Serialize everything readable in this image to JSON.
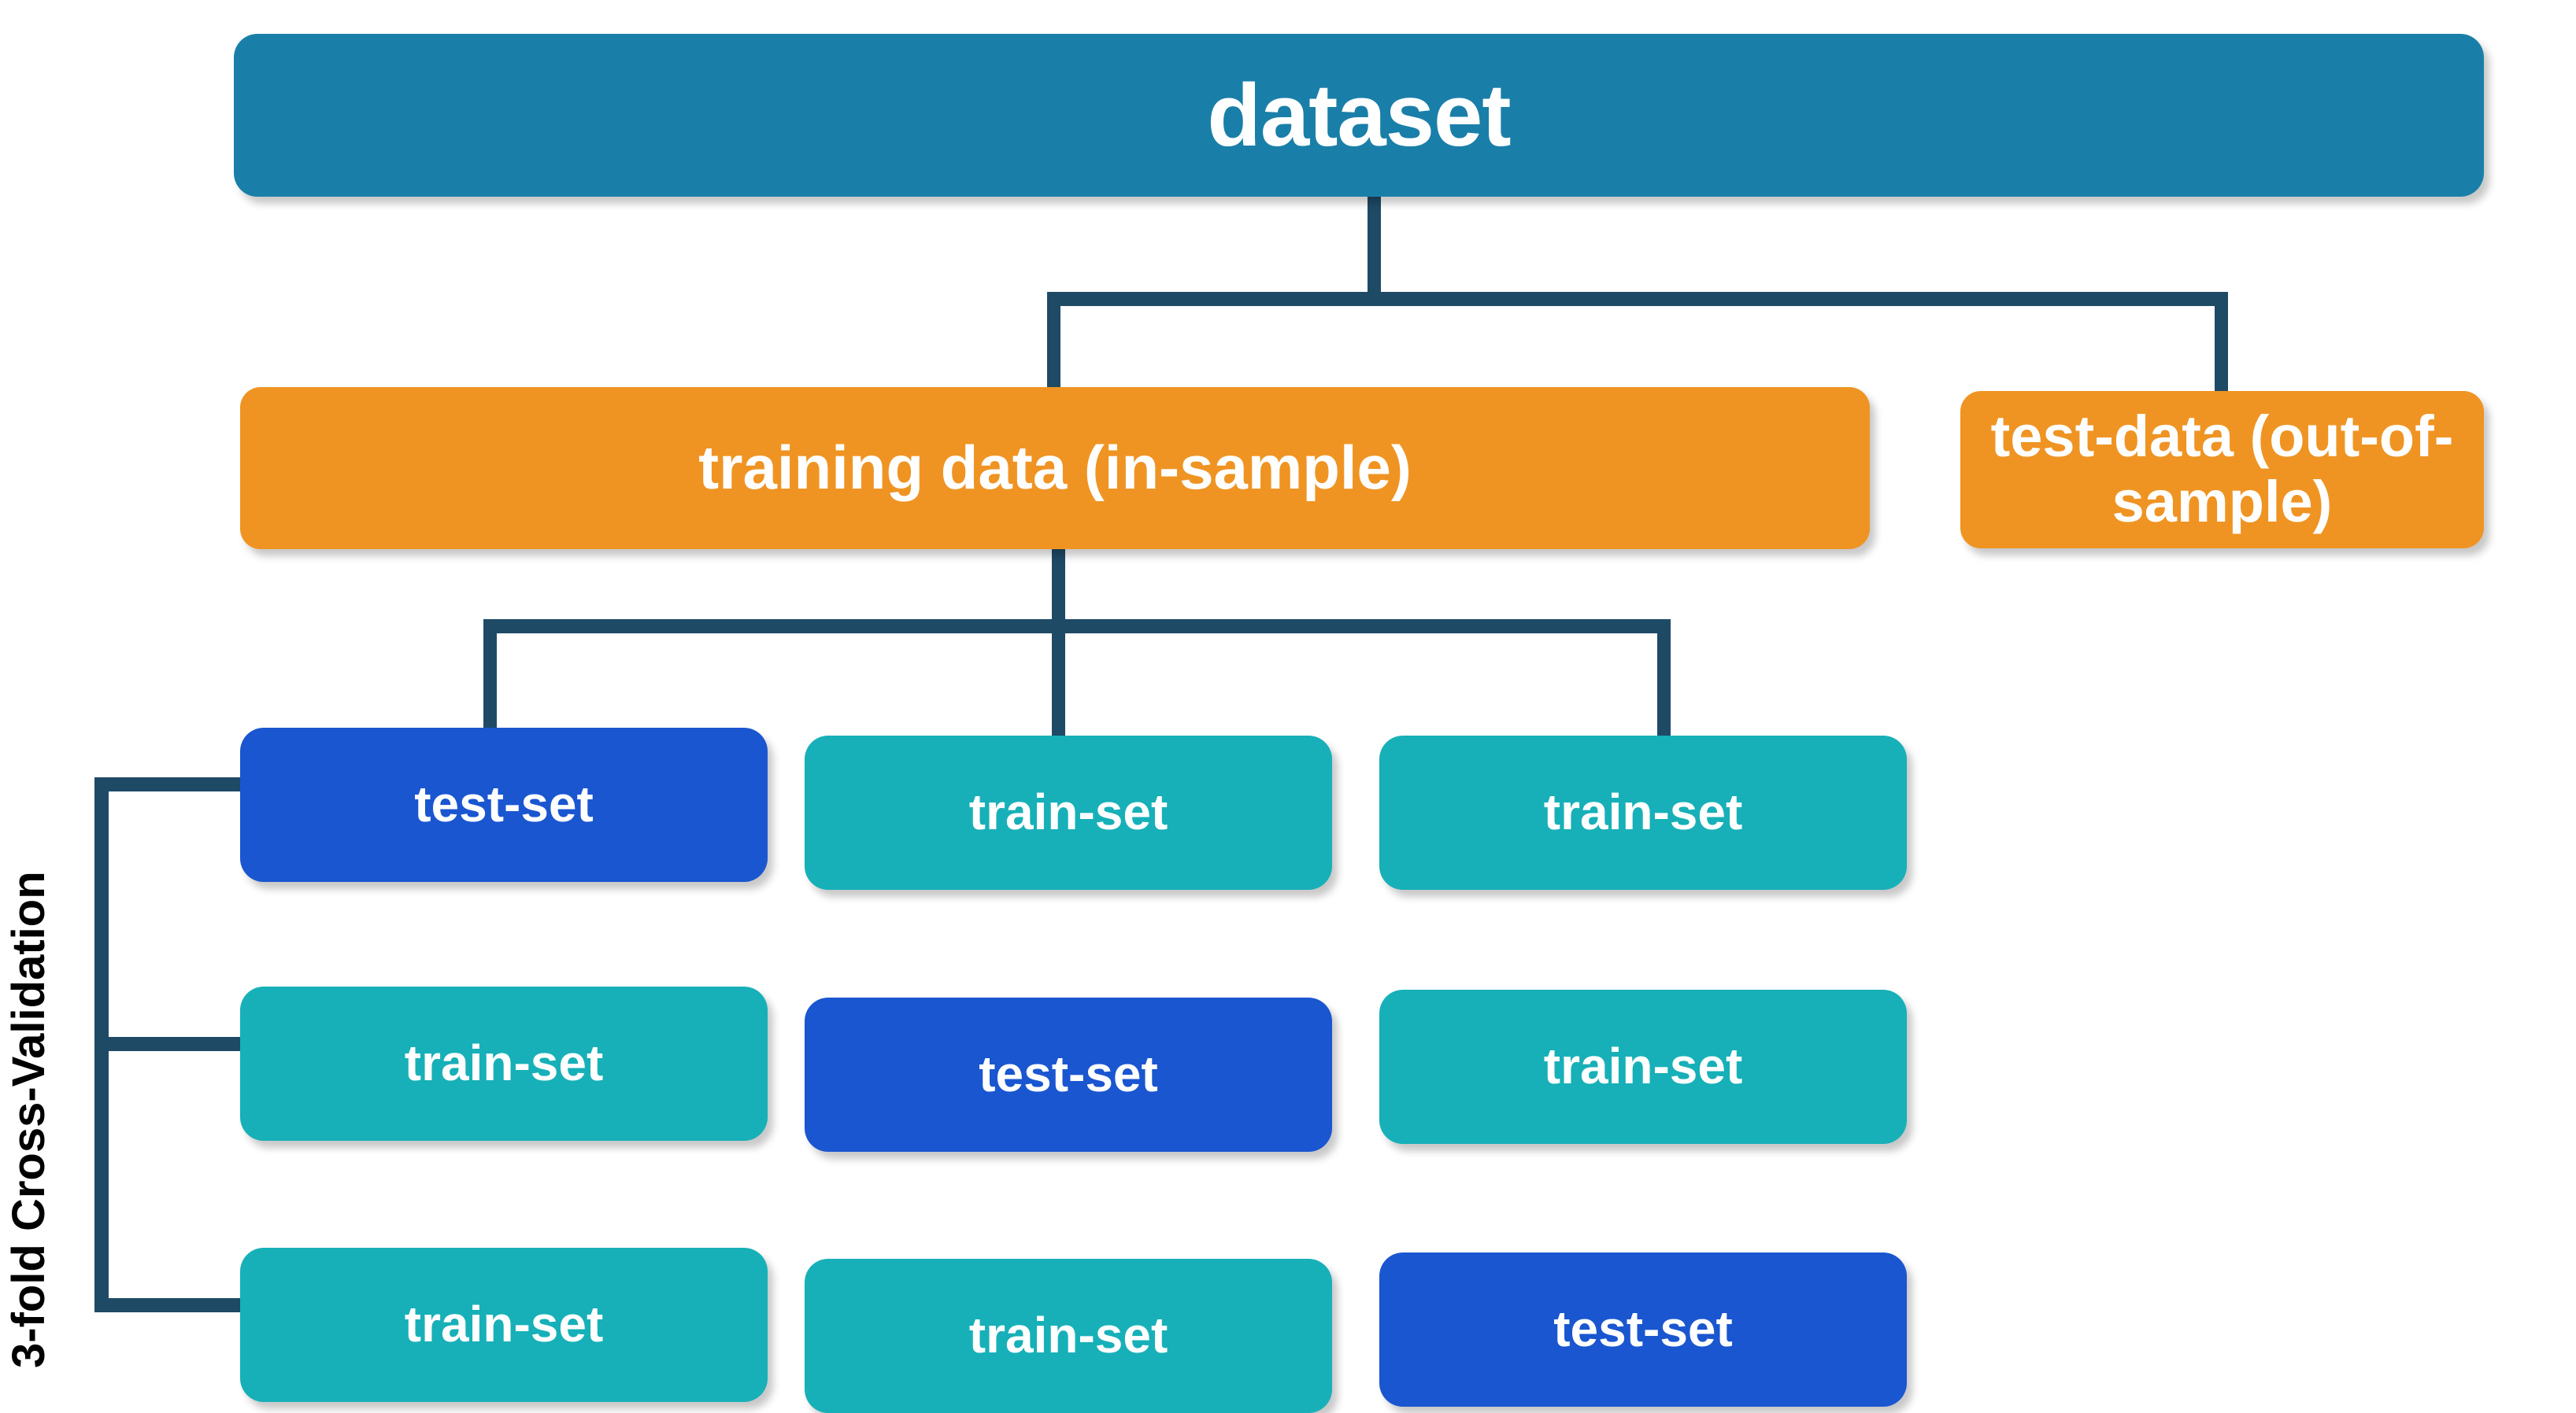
{
  "diagram": {
    "title": "dataset",
    "root": {
      "label": "dataset"
    },
    "level2": [
      {
        "label": "training data (in-sample)",
        "kind": "training"
      },
      {
        "label": "test-data (out-of-sample)",
        "kind": "holdout"
      }
    ],
    "cv_bracket_label": "3-fold Cross-Validation",
    "folds": [
      {
        "fold": 1,
        "cells": [
          {
            "label": "test-set",
            "role": "test"
          },
          {
            "label": "train-set",
            "role": "train"
          },
          {
            "label": "train-set",
            "role": "train"
          }
        ]
      },
      {
        "fold": 2,
        "cells": [
          {
            "label": "train-set",
            "role": "train"
          },
          {
            "label": "test-set",
            "role": "test"
          },
          {
            "label": "train-set",
            "role": "train"
          }
        ]
      },
      {
        "fold": 3,
        "cells": [
          {
            "label": "train-set",
            "role": "train"
          },
          {
            "label": "train-set",
            "role": "train"
          },
          {
            "label": "test-set",
            "role": "test"
          }
        ]
      }
    ],
    "colors": {
      "dataset": "#1a7fa8",
      "orange": "#ef9423",
      "train": "#17b0b8",
      "test": "#1a56d0",
      "connector": "#1f4a66",
      "text_on_box": "#ffffff",
      "label_text": "#000000",
      "background": "#ffffff"
    }
  }
}
